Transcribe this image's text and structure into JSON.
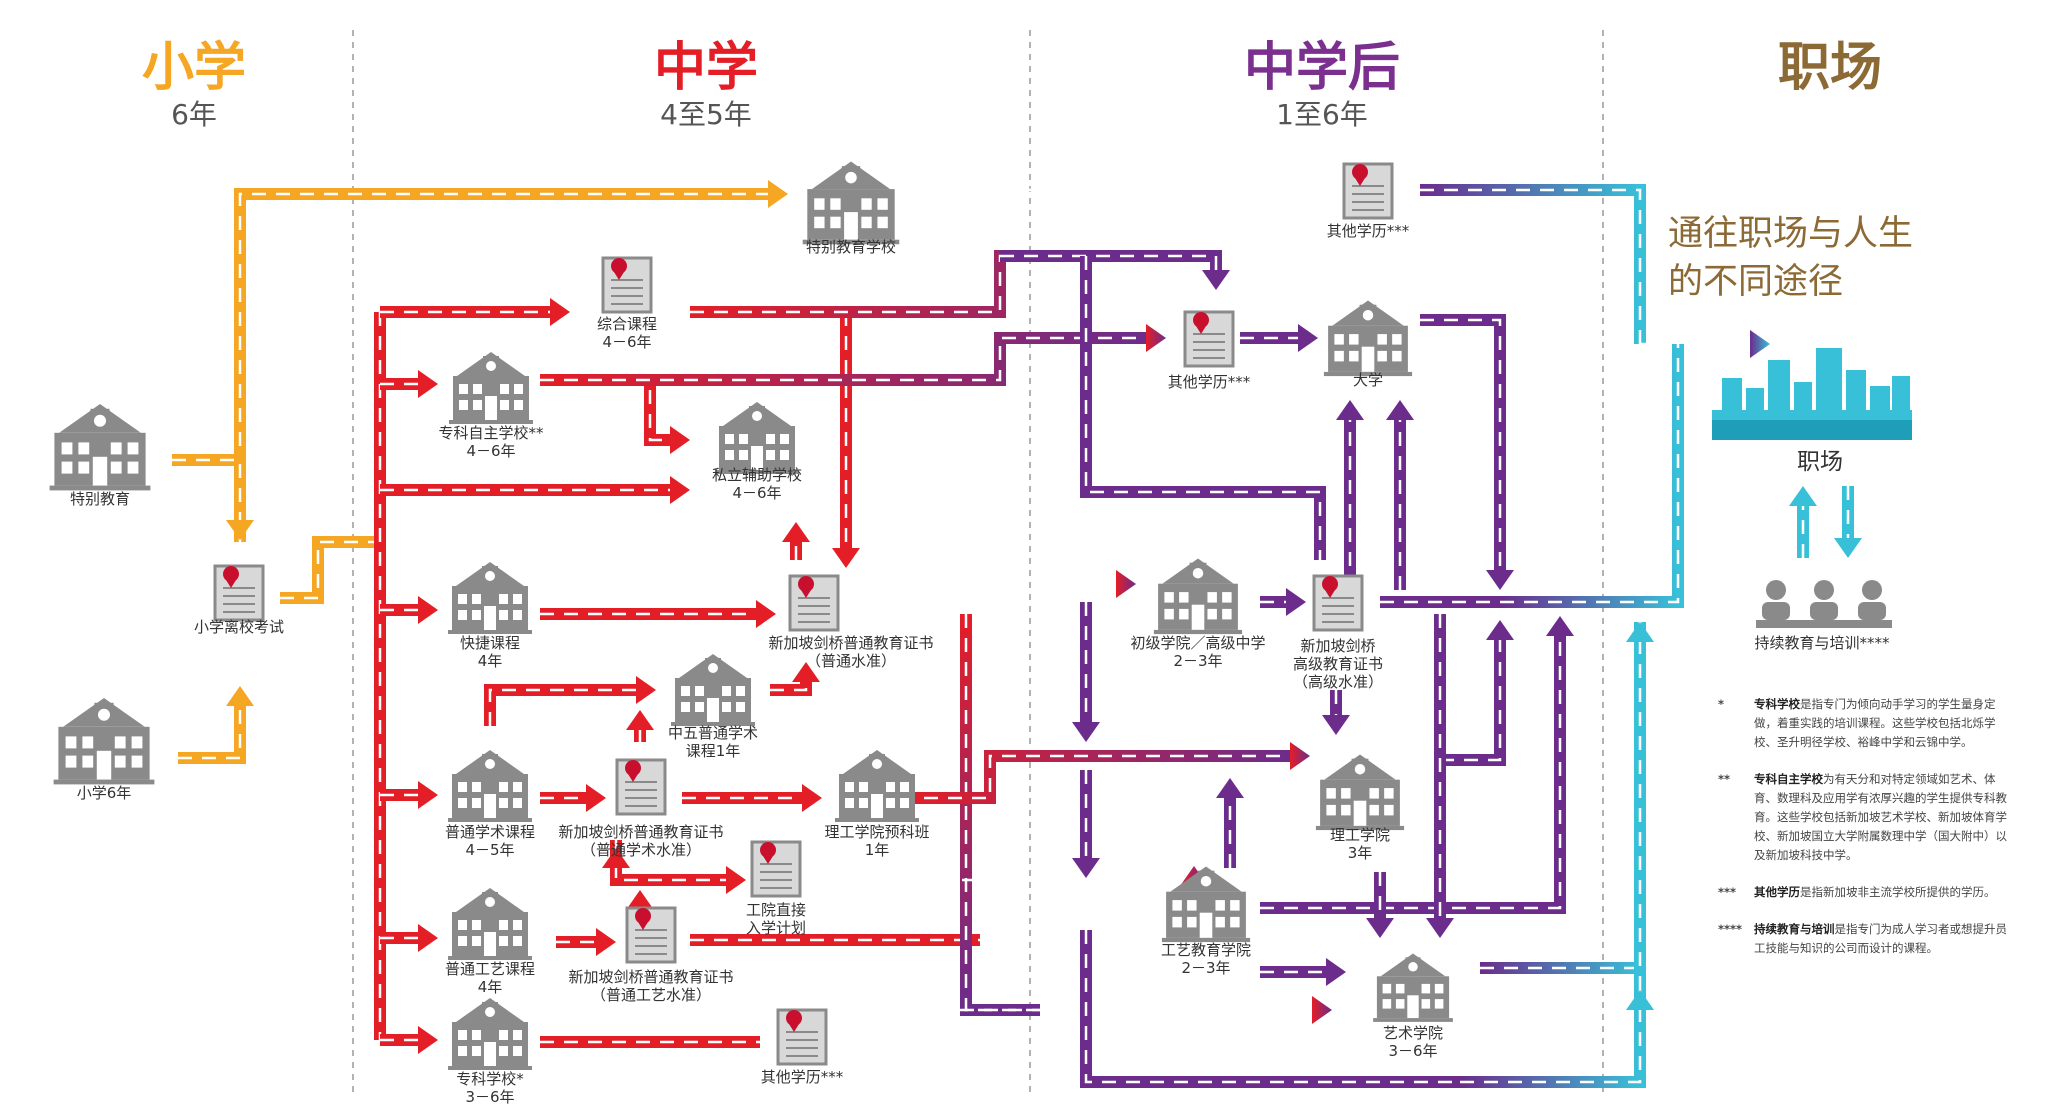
{
  "headers": {
    "primary": {
      "title": "小学",
      "sub": "6年",
      "color": "#f5a623"
    },
    "secondary": {
      "title": "中学",
      "sub": "4至5年",
      "color": "#e41e26"
    },
    "post": {
      "title": "中学后",
      "sub": "1至6年",
      "color": "#7b2f8e"
    },
    "work": {
      "title": "职场",
      "sub": "",
      "color": "#8c6a35"
    }
  },
  "colors": {
    "orange": "#f5a623",
    "red": "#e41e26",
    "purple": "#6b2c8c",
    "cyan": "#38c0d8",
    "gray": "#808080",
    "seal": "#c8102e"
  },
  "labels": {
    "special_ed": "特别教育",
    "primary6": "小学6年",
    "psle": "小学离校考试",
    "special_school": "特别教育学校",
    "integrated": "综合课程\n4－6年",
    "specialized_indep": "专科自主学校**\n4－6年",
    "private_aided": "私立辅助学校\n4－6年",
    "express": "快捷课程\n4年",
    "sec5": "中五普通学术\n课程1年",
    "na_course": "普通学术课程\n4－5年",
    "nt_course": "普通工艺课程\n4年",
    "specialized": "专科学校*\n3－6年",
    "o_level": "新加坡剑桥普通教育证书\n（普通水准）",
    "na_cert": "新加坡剑桥普通教育证书\n（普通学术水准）",
    "nt_cert": "新加坡剑桥普通教育证书\n（普通工艺水准）",
    "poly_foundation": "理工学院预科班\n1年",
    "dpp": "工院直接\n入学计划",
    "other_quals_bottom": "其他学历***",
    "other_quals_mid": "其他学历***",
    "other_quals_top": "其他学历***",
    "university": "大学",
    "jc": "初级学院／高级中学\n2－3年",
    "a_level": "新加坡剑桥\n高级教育证书\n（高级水准）",
    "poly": "理工学院\n3年",
    "ite": "工艺教育学院\n2－3年",
    "arts": "艺术学院\n3－6年",
    "workforce": "职场",
    "cet": "持续教育与培训****"
  },
  "tagline": "通往职场与人生\n的不同途径",
  "notes": [
    {
      "mark": "*",
      "term": "专科学校",
      "text": "是指专门为倾向动手学习的学生量身定做，着重实践的培训课程。这些学校包括北烁学校、圣升明径学校、裕峰中学和云锦中学。"
    },
    {
      "mark": "**",
      "term": "专科自主学校",
      "text": "为有天分和对特定领域如艺术、体育、数理科及应用学有浓厚兴趣的学生提供专科教育。这些学校包括新加坡艺术学校、新加坡体育学校、新加坡国立大学附属数理中学（国大附中）以及新加坡科技中学。"
    },
    {
      "mark": "***",
      "term": "其他学历",
      "text": "是指新加坡非主流学校所提供的学历。"
    },
    {
      "mark": "****",
      "term": "持续教育与培训",
      "text": "是指专门为成人学习者或想提升员工技能与知识的公司而设计的课程。"
    }
  ]
}
